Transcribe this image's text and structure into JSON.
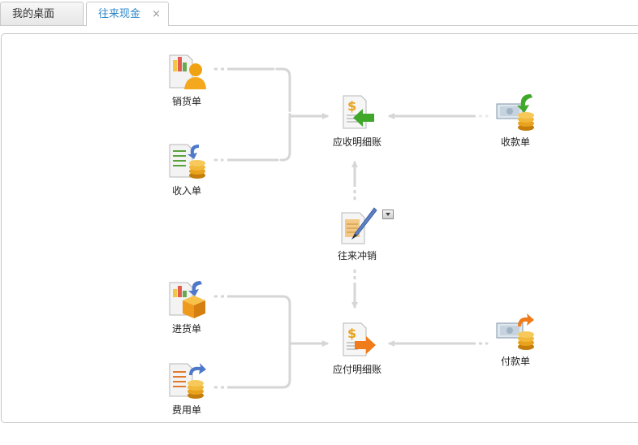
{
  "tabs": [
    {
      "label": "我的桌面",
      "active": false
    },
    {
      "label": "往来现金",
      "active": true,
      "close": "×"
    }
  ],
  "nodes": {
    "sales_order": {
      "label": "销货单",
      "icon": "sales-order-icon"
    },
    "income_order": {
      "label": "收入单",
      "icon": "income-order-icon"
    },
    "receivable_ledger": {
      "label": "应收明细账",
      "icon": "receivable-ledger-icon"
    },
    "receipt_order": {
      "label": "收款单",
      "icon": "receipt-order-icon"
    },
    "offset": {
      "label": "往来冲销",
      "icon": "offset-icon"
    },
    "purchase_order": {
      "label": "进货单",
      "icon": "purchase-order-icon"
    },
    "expense_order": {
      "label": "费用单",
      "icon": "expense-order-icon"
    },
    "payable_ledger": {
      "label": "应付明细账",
      "icon": "payable-ledger-icon"
    },
    "payment_order": {
      "label": "付款单",
      "icon": "payment-order-icon"
    }
  },
  "colors": {
    "accent": "#2c86c8",
    "flow_line": "#d6d6d6",
    "coin": "#e8a21b",
    "arrow_green": "#3fa82b",
    "arrow_orange": "#ef7b1a",
    "arrow_blue": "#4e79c9"
  }
}
